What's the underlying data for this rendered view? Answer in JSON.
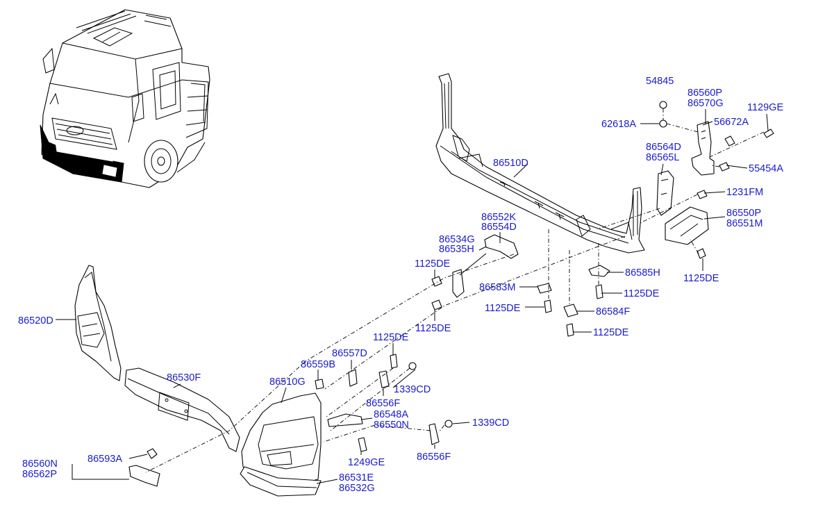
{
  "diagram": {
    "labels": [
      {
        "id": "l_54845",
        "text": "54845"
      },
      {
        "id": "l_86560P",
        "text": "86560P"
      },
      {
        "id": "l_86570G",
        "text": "86570G"
      },
      {
        "id": "l_1129GE",
        "text": "1129GE"
      },
      {
        "id": "l_62618A",
        "text": "62618A"
      },
      {
        "id": "l_56672A",
        "text": "56672A"
      },
      {
        "id": "l_86564D",
        "text": "86564D"
      },
      {
        "id": "l_86565L",
        "text": "86565L"
      },
      {
        "id": "l_55454A",
        "text": "55454A"
      },
      {
        "id": "l_86510D",
        "text": "86510D"
      },
      {
        "id": "l_1231FM",
        "text": "1231FM"
      },
      {
        "id": "l_86550P",
        "text": "86550P"
      },
      {
        "id": "l_86551M",
        "text": "86551M"
      },
      {
        "id": "l_86552K",
        "text": "86552K"
      },
      {
        "id": "l_86554D",
        "text": "86554D"
      },
      {
        "id": "l_86534G",
        "text": "86534G"
      },
      {
        "id": "l_86535H",
        "text": "86535H"
      },
      {
        "id": "l_1125DE_a",
        "text": "1125DE"
      },
      {
        "id": "l_86585H",
        "text": "86585H"
      },
      {
        "id": "l_1125DE_b",
        "text": "1125DE"
      },
      {
        "id": "l_86583M",
        "text": "86583M"
      },
      {
        "id": "l_1125DE_c",
        "text": "1125DE"
      },
      {
        "id": "l_1125DE_d",
        "text": "1125DE"
      },
      {
        "id": "l_86584F",
        "text": "86584F"
      },
      {
        "id": "l_1125DE_e",
        "text": "1125DE"
      },
      {
        "id": "l_1125DE_f",
        "text": "1125DE"
      },
      {
        "id": "l_86520D",
        "text": "86520D"
      },
      {
        "id": "l_1125DE_g",
        "text": "1125DE"
      },
      {
        "id": "l_86557D",
        "text": "86557D"
      },
      {
        "id": "l_86559B",
        "text": "86559B"
      },
      {
        "id": "l_86530F",
        "text": "86530F"
      },
      {
        "id": "l_86510G",
        "text": "86510G"
      },
      {
        "id": "l_1339CD_a",
        "text": "1339CD"
      },
      {
        "id": "l_86556F_a",
        "text": "86556F"
      },
      {
        "id": "l_86548A",
        "text": "86548A"
      },
      {
        "id": "l_86550N",
        "text": "86550N"
      },
      {
        "id": "l_1339CD_b",
        "text": "1339CD"
      },
      {
        "id": "l_86560N",
        "text": "86560N"
      },
      {
        "id": "l_86593A",
        "text": "86593A"
      },
      {
        "id": "l_86562P",
        "text": "86562P"
      },
      {
        "id": "l_1249GE",
        "text": "1249GE"
      },
      {
        "id": "l_86556F_b",
        "text": "86556F"
      },
      {
        "id": "l_86531E",
        "text": "86531E"
      },
      {
        "id": "l_86532G",
        "text": "86532G"
      }
    ],
    "colors": {
      "label": "#1a1acc",
      "line": "#000000",
      "background": "#ffffff"
    }
  }
}
